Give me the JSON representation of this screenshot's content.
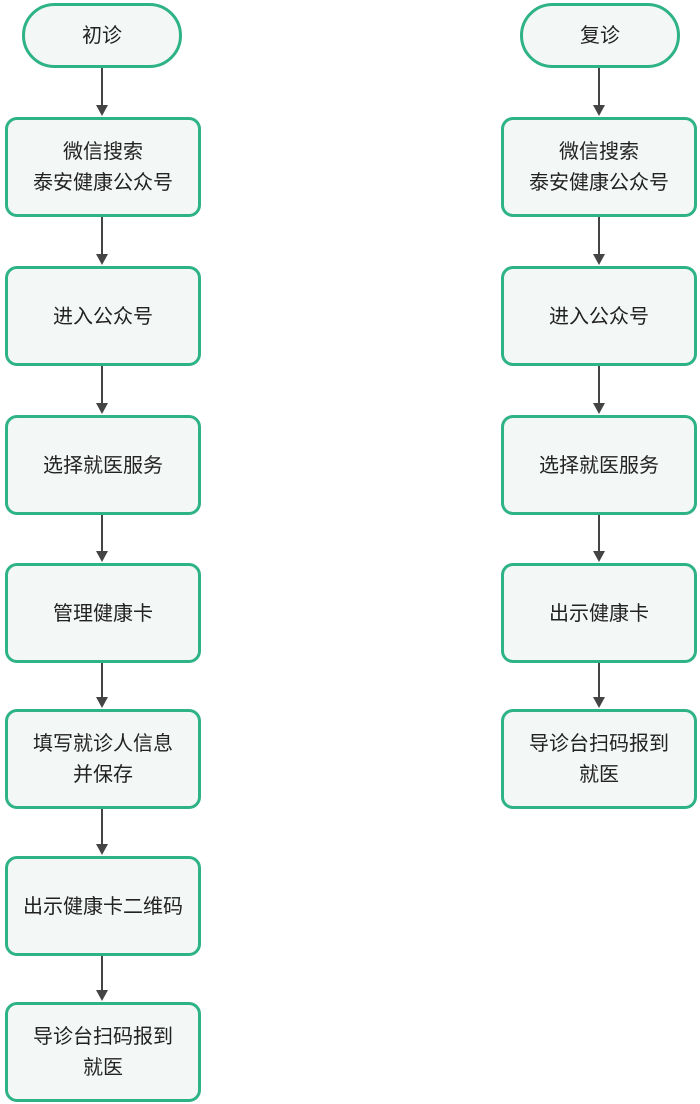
{
  "colors": {
    "node_fill": "#f3f7f5",
    "node_border": "#2eb386",
    "arrow": "#444444",
    "text": "#222222"
  },
  "flows": [
    {
      "start": "初诊",
      "steps": [
        "微信搜索\n泰安健康公众号",
        "进入公众号",
        "选择就医服务",
        "管理健康卡",
        "填写就诊人信息\n并保存",
        "出示健康卡二维码",
        "导诊台扫码报到\n就医"
      ]
    },
    {
      "start": "复诊",
      "steps": [
        "微信搜索\n泰安健康公众号",
        "进入公众号",
        "选择就医服务",
        "出示健康卡",
        "导诊台扫码报到\n就医"
      ]
    }
  ]
}
